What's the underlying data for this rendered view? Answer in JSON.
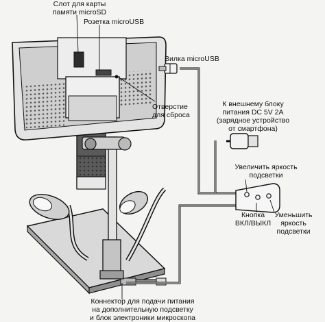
{
  "labels": {
    "microsd_slot": "Слот для карты\nпамяти microSD",
    "microusb_socket": "Розетка microUSB",
    "microusb_plug": "Вилка microUSB",
    "reset_hole": "Отверстие\nдля сброса",
    "external_power": "К внешнему блоку\nпитания DC 5V 2A\n(зарядное устройство\nот смартфона)",
    "brightness_up": "Увеличить яркость\nподсветки",
    "power_button": "Кнопка\nВКЛ/ВЫКЛ",
    "brightness_down": "Уменьшить яркость\nподсветки",
    "connector": "Коннектор для подачи питания\nна дополнительную подсветку\nи блок электроники микроскопа"
  },
  "colors": {
    "line": "#111111",
    "body": "#cfcfcf",
    "dark": "#5a5a5a",
    "paper": "#f4f4f2"
  }
}
